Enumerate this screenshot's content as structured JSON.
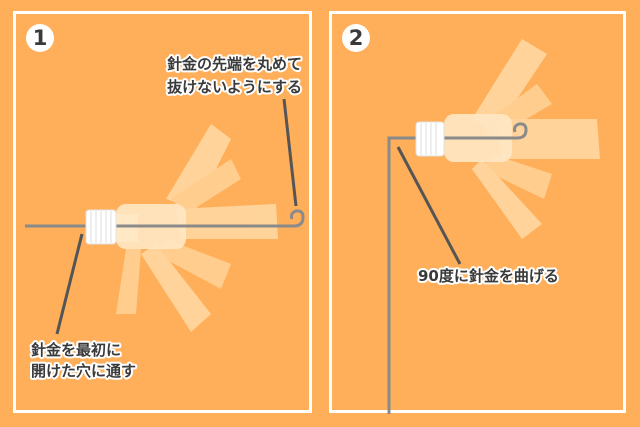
{
  "panels": [
    {
      "step": "1",
      "labels": {
        "tip_line1": "針金の先端を丸めて",
        "tip_line2": "抜けないようにする",
        "hole_line1": "針金を最初に",
        "hole_line2": "開けた穴に通す"
      }
    },
    {
      "step": "2",
      "labels": {
        "bend": "90度に針金を曲げる"
      }
    }
  ],
  "colors": {
    "background": "#FFAF5A",
    "frame": "#FFFFFF",
    "wire": "#8A8A8A",
    "leader_line": "#555555",
    "bottle_cap": "#FFFFFF",
    "bottle_body": "#FFE4B8"
  }
}
